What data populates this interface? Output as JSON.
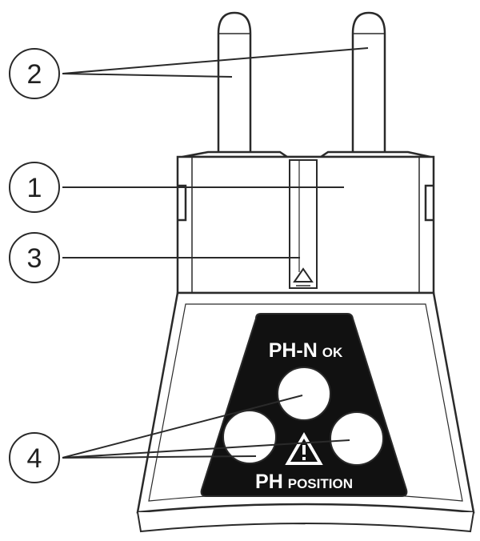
{
  "colors": {
    "line": "#2a2a2a",
    "panel": "#111111",
    "body_fill": "#ffffff",
    "lens_fill": "#ffffff"
  },
  "callouts": [
    {
      "label": "2"
    },
    {
      "label": "1"
    },
    {
      "label": "3"
    },
    {
      "label": "4"
    }
  ],
  "panel": {
    "top_label_main": "PH-N",
    "top_label_sub": "OK",
    "bottom_label_main": "PH",
    "bottom_label_sub": "POSITION",
    "warning_icon": "warning-triangle-icon"
  }
}
